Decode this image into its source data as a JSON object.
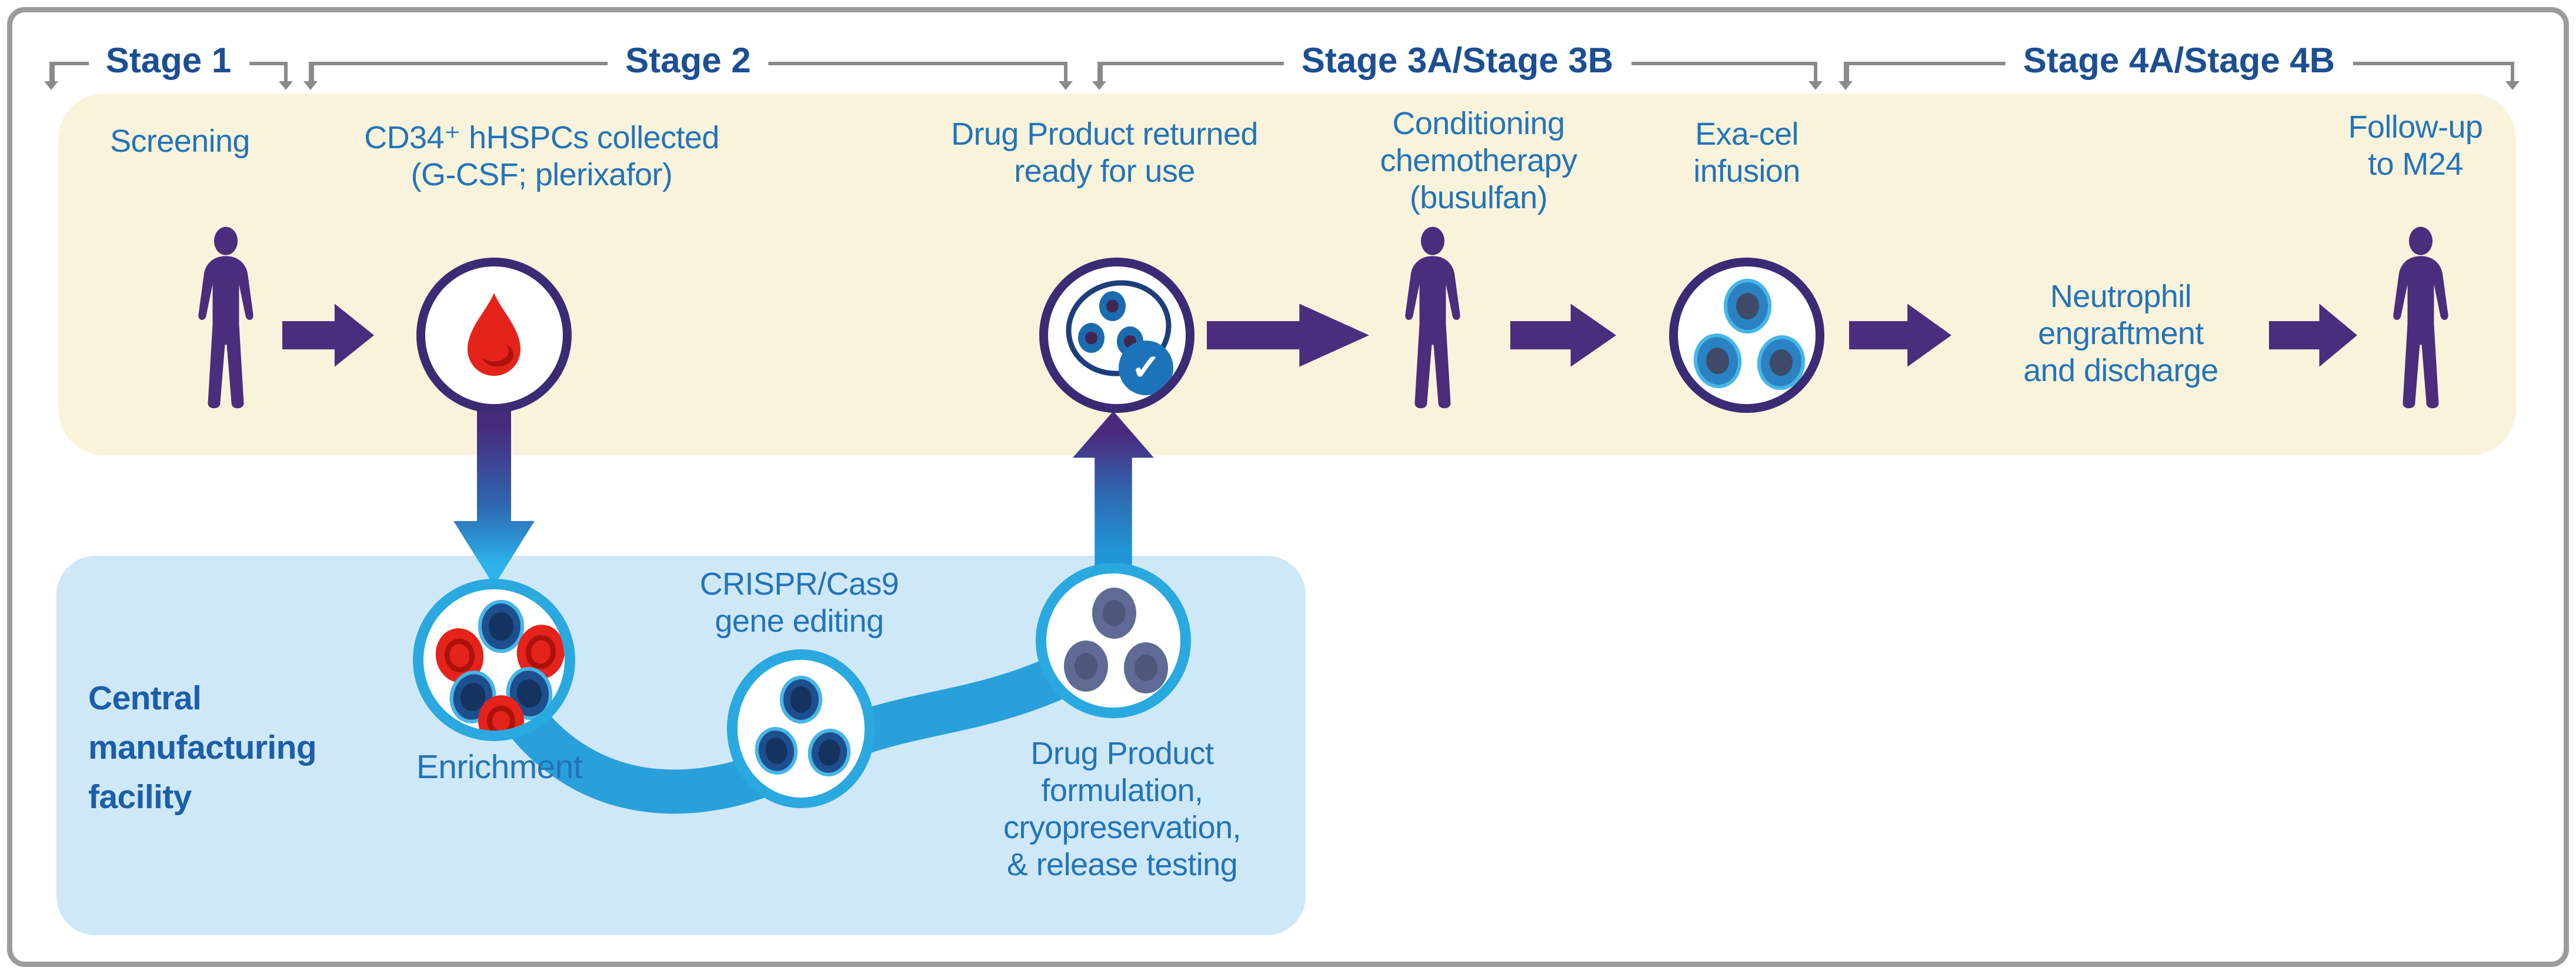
{
  "stage_brackets": [
    "Stage 1",
    "Stage 2",
    "Stage 3A/Stage 3B",
    "Stage 4A/Stage 4B"
  ],
  "patient_journey": {
    "screening": "Screening",
    "collection": [
      "CD34⁺ hHSPCs collected",
      "(G-CSF; plerixafor)"
    ],
    "drug_product_returned": [
      "Drug Product returned",
      "ready for use"
    ],
    "conditioning": [
      "Conditioning",
      "chemotherapy",
      "(busulfan)"
    ],
    "exa_cel_infusion": [
      "Exa-cel",
      "infusion"
    ],
    "neutrophil": [
      "Neutrophil",
      "engraftment",
      "and discharge"
    ],
    "follow_up": [
      "Follow-up",
      "to M24"
    ]
  },
  "manufacturing": {
    "facility_label": [
      "Central",
      "manufacturing",
      "facility"
    ],
    "enrichment": "Enrichment",
    "gene_editing": [
      "CRISPR/Cas9",
      "gene editing"
    ],
    "formulation": [
      "Drug Product",
      "formulation,",
      "cryopreservation,",
      "& release testing"
    ]
  },
  "icons": {
    "checkmark": "✓"
  },
  "colors": {
    "band": "#faf3dc",
    "box": "#cfe8f7",
    "purple": "#4a2d7d",
    "text": "#2274ba",
    "stage": "#1c4e92",
    "mfg": "#1b5ea9",
    "swoosh": "#29a0da",
    "gradblue": "#2bb3ea",
    "circledark": "#3b2b74",
    "circlelight": "#2aa9e0",
    "red": "#e5231b",
    "reddark": "#ab130a",
    "navy": "#1d4f8e",
    "navydark": "#15335f",
    "graycell": "#5f6b94",
    "graycelldark": "#4d577c",
    "bluecell": "#2a82c3",
    "bluecelldark": "#3e4a68",
    "badge": "#1d73b9",
    "bracket": "#8a8a8a",
    "border": "#9b9b9b"
  }
}
